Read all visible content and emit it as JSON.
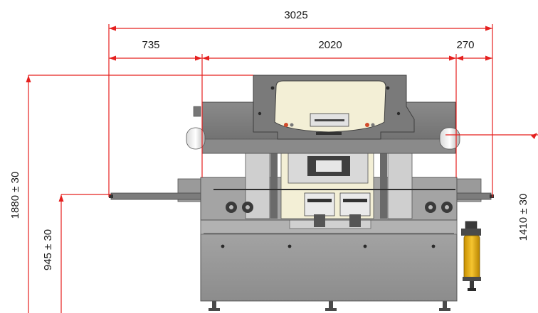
{
  "drawing": {
    "type": "technical front-view dimension drawing",
    "colors": {
      "dimension_line": "#e5201f",
      "machine_body": "#9a9a9a",
      "machine_dark": "#5e5e5e",
      "machine_light": "#c4c4c4",
      "window": "#f3efd6",
      "filter": "#e8b318"
    },
    "dimensions": {
      "overall_width": "3025",
      "left_segment": "735",
      "middle_segment": "2020",
      "right_segment": "270",
      "total_height": "1880 ± 30",
      "table_height": "945 ± 30",
      "right_height": "1410 ± 30"
    }
  }
}
